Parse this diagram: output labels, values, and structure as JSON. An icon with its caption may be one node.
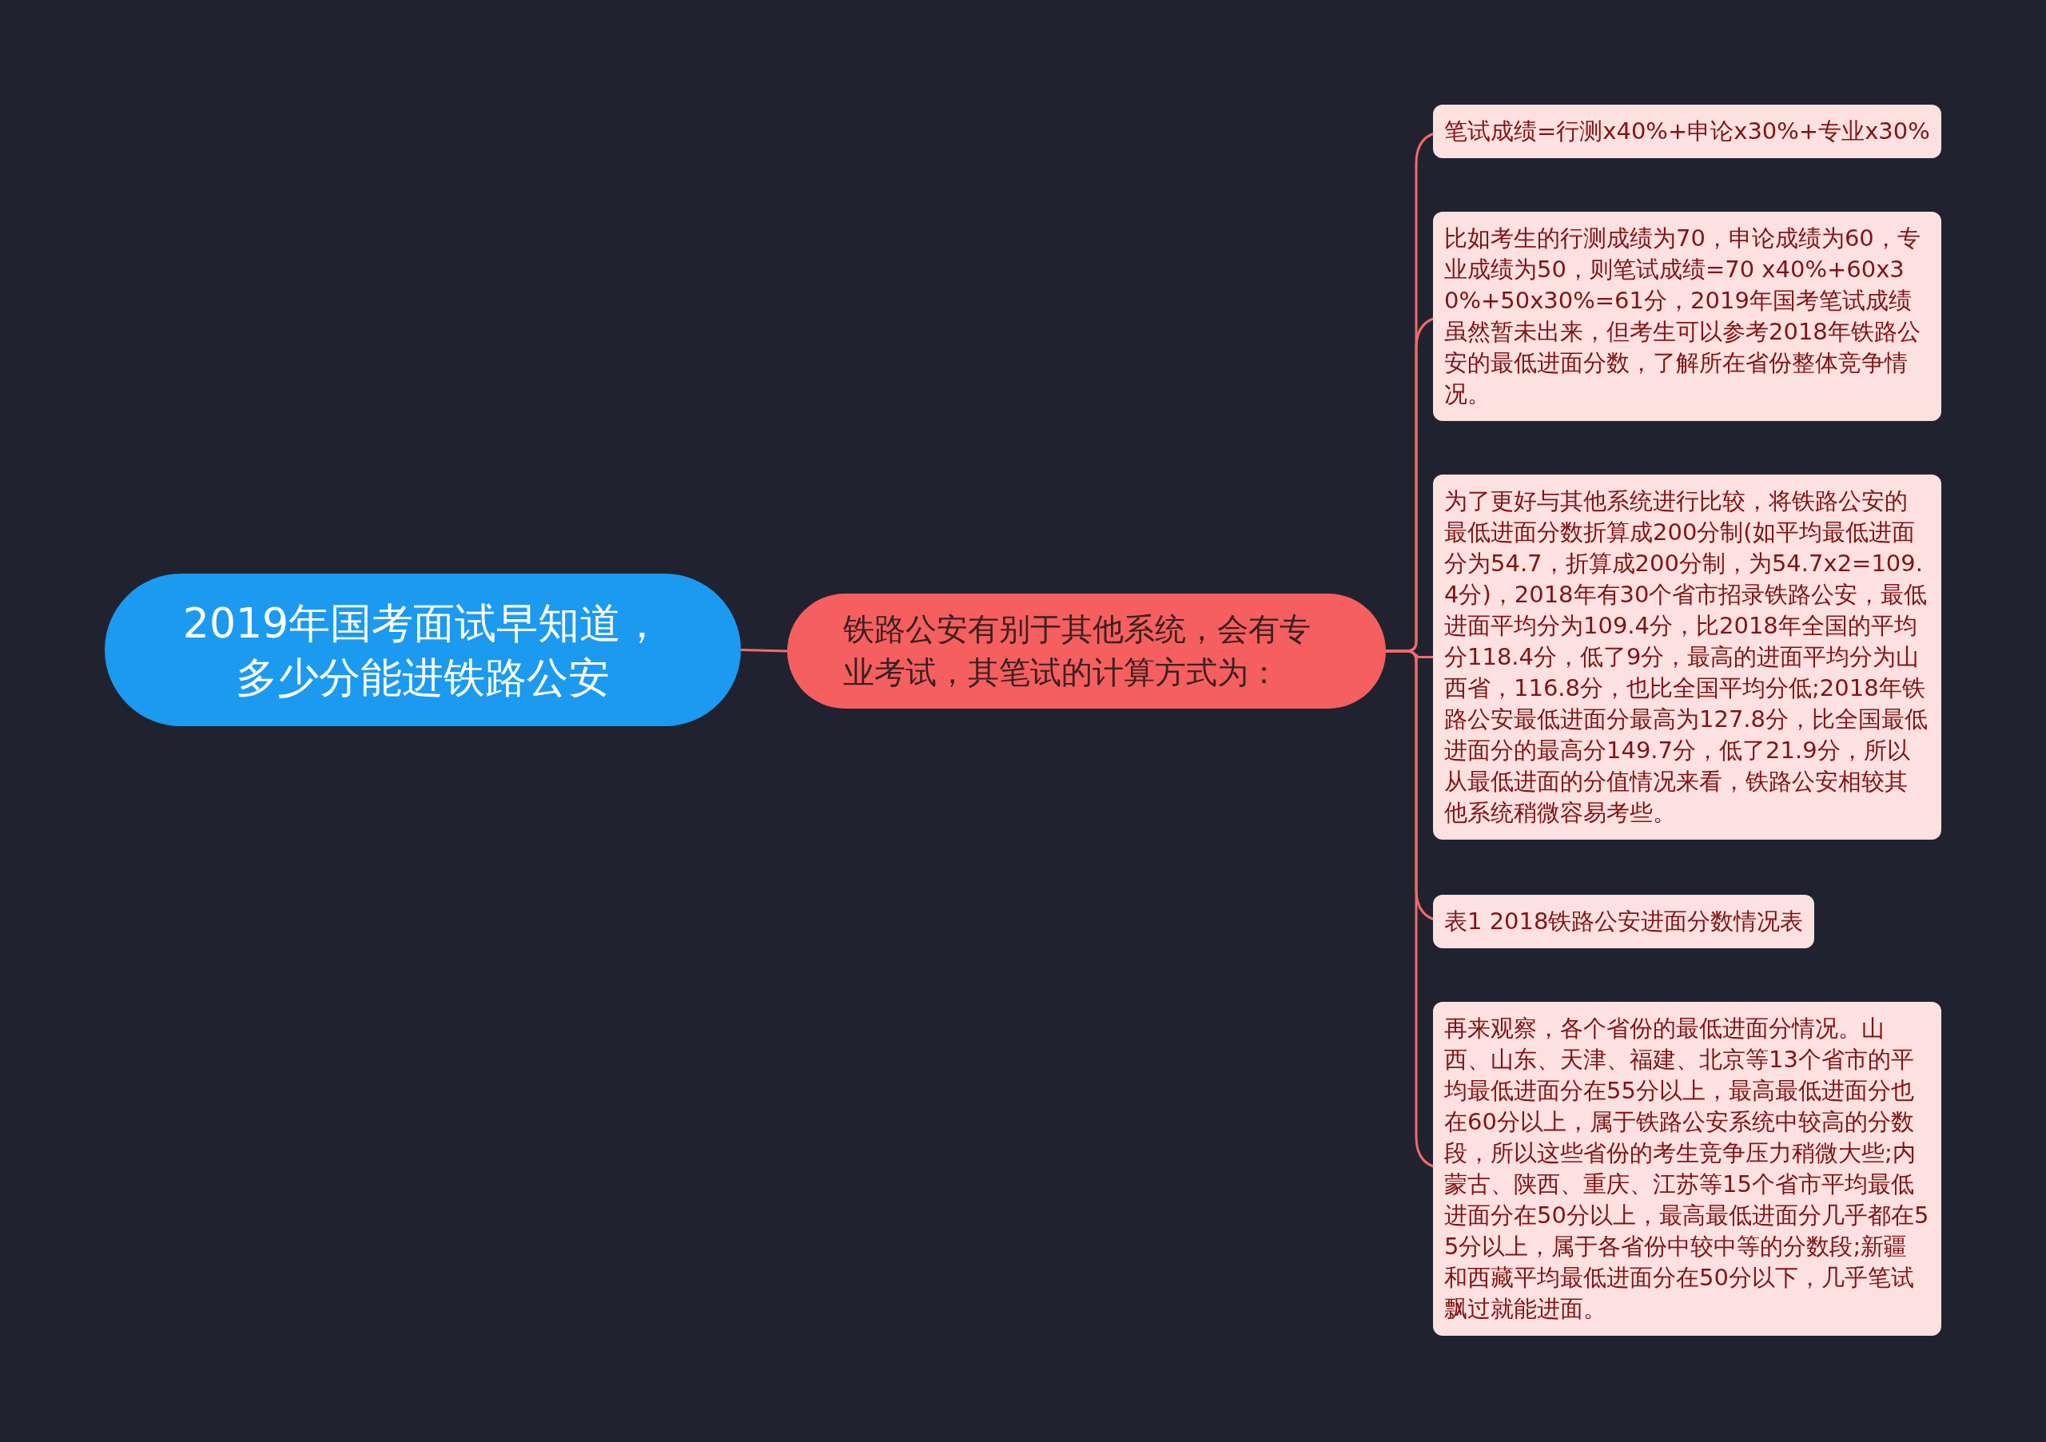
{
  "diagram": {
    "nodes": [
      {
        "text": [
          "2019年国考面试早知道，多少分能进铁路公安"
        ]
      },
      {
        "text": [
          "铁路公安有别于其他系统，会有专业考试，其笔试的计算方式为："
        ]
      },
      {
        "text": [
          "笔试成绩=行测x40%+申论x30%+专业x30%"
        ]
      },
      {
        "text": [
          "比如考生的行测成绩为70，申论成绩为60，专业成绩为50，则笔试成绩=70 x40%+60x30%+50x30%=61分，2019年国考笔试成绩虽然暂未出来，但考生可以参考2018年铁路公安的最低进面分数，了解所在省份整体竞争情况。"
        ]
      },
      {
        "text": [
          "为了更好与其他系统进行比较，将铁路公安的最低进面分数折算成200分制(如平均最低进面分为54.7，折算成200分制，为54.7x2=109.4分)，2018年有30个省市招录铁路公安，最低进面平均分为109.4分，比2018年全国的平均分118.4分，低了9分，最高的进面平均分为山西省，116.8分，也比全国平均分低;2018年铁路公安最低进面分最高为127.8分，比全国最低进面分的最高分149.7分，低了21.9分，所以从最低进面的分值情况来看，铁路公安相较其他系统稍微容易考些。"
        ]
      },
      {
        "text": [
          "表1 2018铁路公安进面分数情况表"
        ]
      },
      {
        "text": [
          "再来观察，各个省份的最低进面分情况。山西、山东、天津、福建、北京等13个省市的平均最低进面分在55分以上，最高最低进面分也在60分以上，属于铁路公安系统中较高的分数段，所以这些省份的考生竞争压力稍微大些;内蒙古、陕西、重庆、江苏等15个省市平均最低进面分在50分以上，最高最低进面分几乎都在55分以上，属于各省份中较中等的分数段;新疆和西藏平均最低进面分在50分以下，几乎笔试飘过就能进面。"
        ]
      }
    ],
    "edges": [
      {
        "from": 0,
        "to": 1,
        "arrow": "none"
      },
      {
        "from": 1,
        "to": 2,
        "arrow": "none"
      },
      {
        "from": 1,
        "to": 3,
        "arrow": "none"
      },
      {
        "from": 1,
        "to": 4,
        "arrow": "none"
      },
      {
        "from": 1,
        "to": 5,
        "arrow": "none"
      },
      {
        "from": 1,
        "to": 6,
        "arrow": "none"
      }
    ]
  }
}
